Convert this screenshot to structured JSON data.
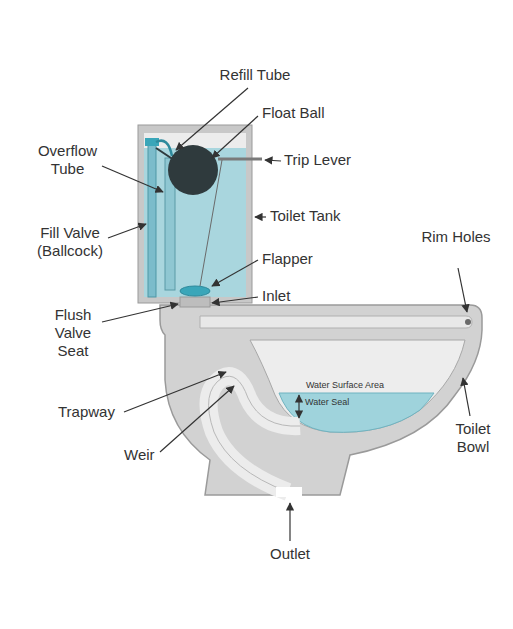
{
  "diagram": {
    "labels": [
      "Refill Tube",
      "Float Ball",
      "Overflow Tube",
      "Trip Lever",
      "Toilet Tank",
      "Fill Valve (Ballcock)",
      "Rim Holes",
      "Flapper",
      "Inlet",
      "Flush Valve Seat",
      "Water Surface Area",
      "Water Seal",
      "Trapway",
      "Toilet Bowl",
      "Weir",
      "Outlet"
    ]
  }
}
